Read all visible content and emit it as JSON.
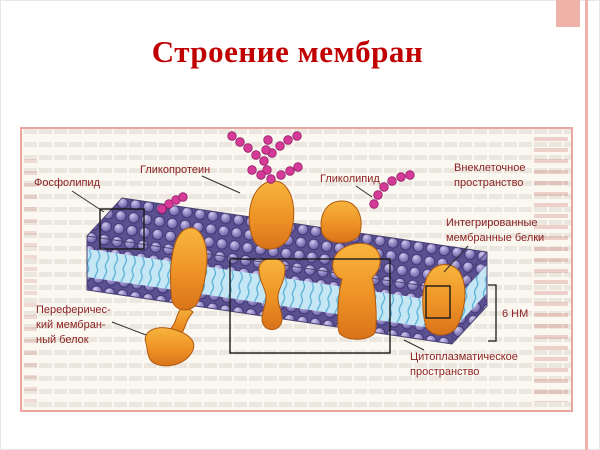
{
  "slide": {
    "title": "Строение мембран"
  },
  "figure": {
    "labels": {
      "phospholipid": "Фосфолипид",
      "glycoprotein": "Гликопротеин",
      "glycolipid": "Гликолипид",
      "extracellular": [
        "Внеклеточное",
        "пространство"
      ],
      "integral_proteins": [
        "Интегрированные",
        "мембранные белки"
      ],
      "peripheral_protein": [
        "Переферичес-",
        "кий мембран-",
        "ный белок"
      ],
      "cytoplasmic": [
        "Цитоплазматическое",
        "пространство"
      ],
      "thickness": "6 НМ"
    },
    "colors": {
      "title_text": "#c00000",
      "label_text": "#8b1f1f",
      "frame_accent": "#e8a7a0",
      "lipid_head": "#9a90ca",
      "lipid_head_outline": "#3f3575",
      "tails_background": "#c5e7f5",
      "tails_line": "#58b0d6",
      "protein_orange": "#ee9226",
      "protein_outline": "#b05a10",
      "glyco_pink": "#d43a96"
    }
  }
}
